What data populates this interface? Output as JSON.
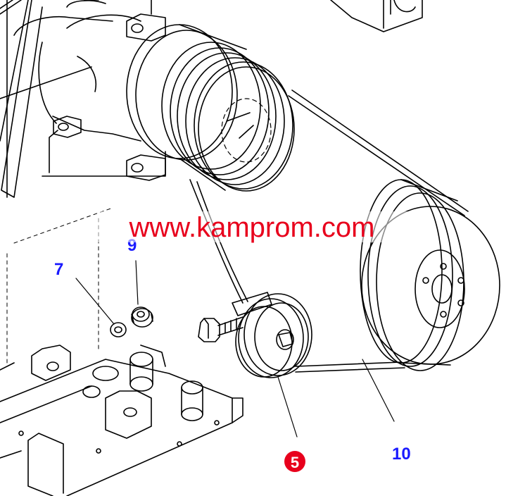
{
  "watermark": "www.kamprom.com",
  "callouts": {
    "c7": "7",
    "c9": "9",
    "c5": "5",
    "c10": "10"
  },
  "colors": {
    "line": "#000000",
    "callout_blue": "#1a1aff",
    "callout_highlight": "#e8001c",
    "watermark": "#e8001c"
  }
}
